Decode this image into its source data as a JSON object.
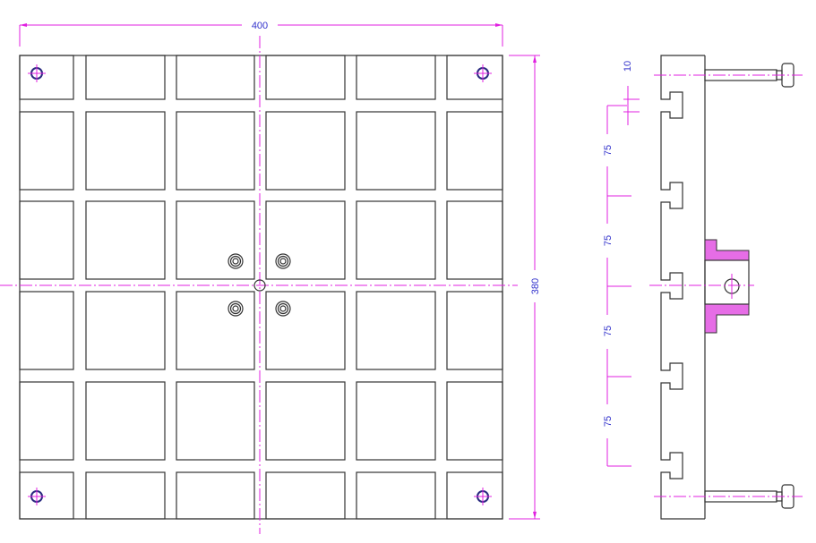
{
  "drawing": {
    "dimensions": {
      "width": "400",
      "height": "380",
      "slot_spacing": [
        "75",
        "75",
        "75",
        "75"
      ],
      "slot_width": "10"
    },
    "colors": {
      "outline": "#333333",
      "centerline": "#e020e0",
      "dimension_text": "#3333cc",
      "hatch": "#e66de6"
    }
  }
}
